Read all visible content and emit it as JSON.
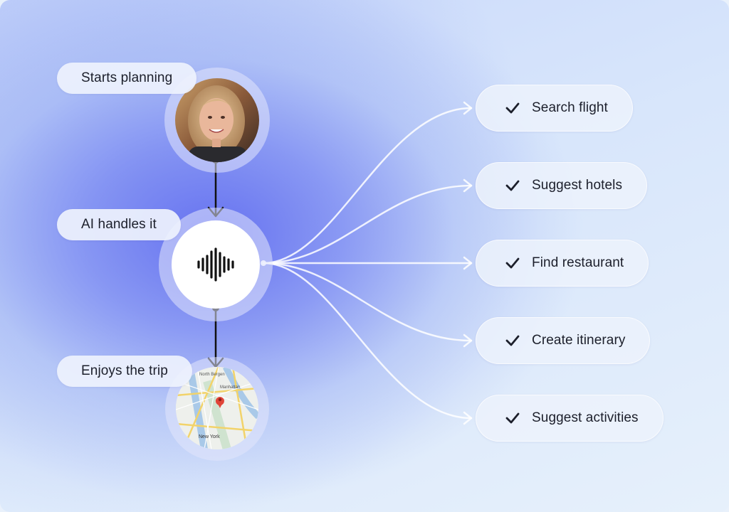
{
  "steps": {
    "start": {
      "label": "Starts planning"
    },
    "ai": {
      "label": "AI handles it"
    },
    "end": {
      "label": "Enjoys the trip"
    }
  },
  "tasks": [
    {
      "label": "Search flight"
    },
    {
      "label": "Suggest hotels"
    },
    {
      "label": "Find restaurant"
    },
    {
      "label": "Create itinerary"
    },
    {
      "label": "Suggest activities"
    }
  ],
  "map": {
    "labels": [
      "North Bergen",
      "Manhattan",
      "New York"
    ]
  },
  "icons": {
    "person": "person-avatar",
    "voice": "sound-wave-icon",
    "map": "map-thumbnail",
    "check": "check-icon"
  },
  "colors": {
    "accent": "#6a78ef",
    "pill": "#eef2fd",
    "text": "#1c1f2b"
  }
}
